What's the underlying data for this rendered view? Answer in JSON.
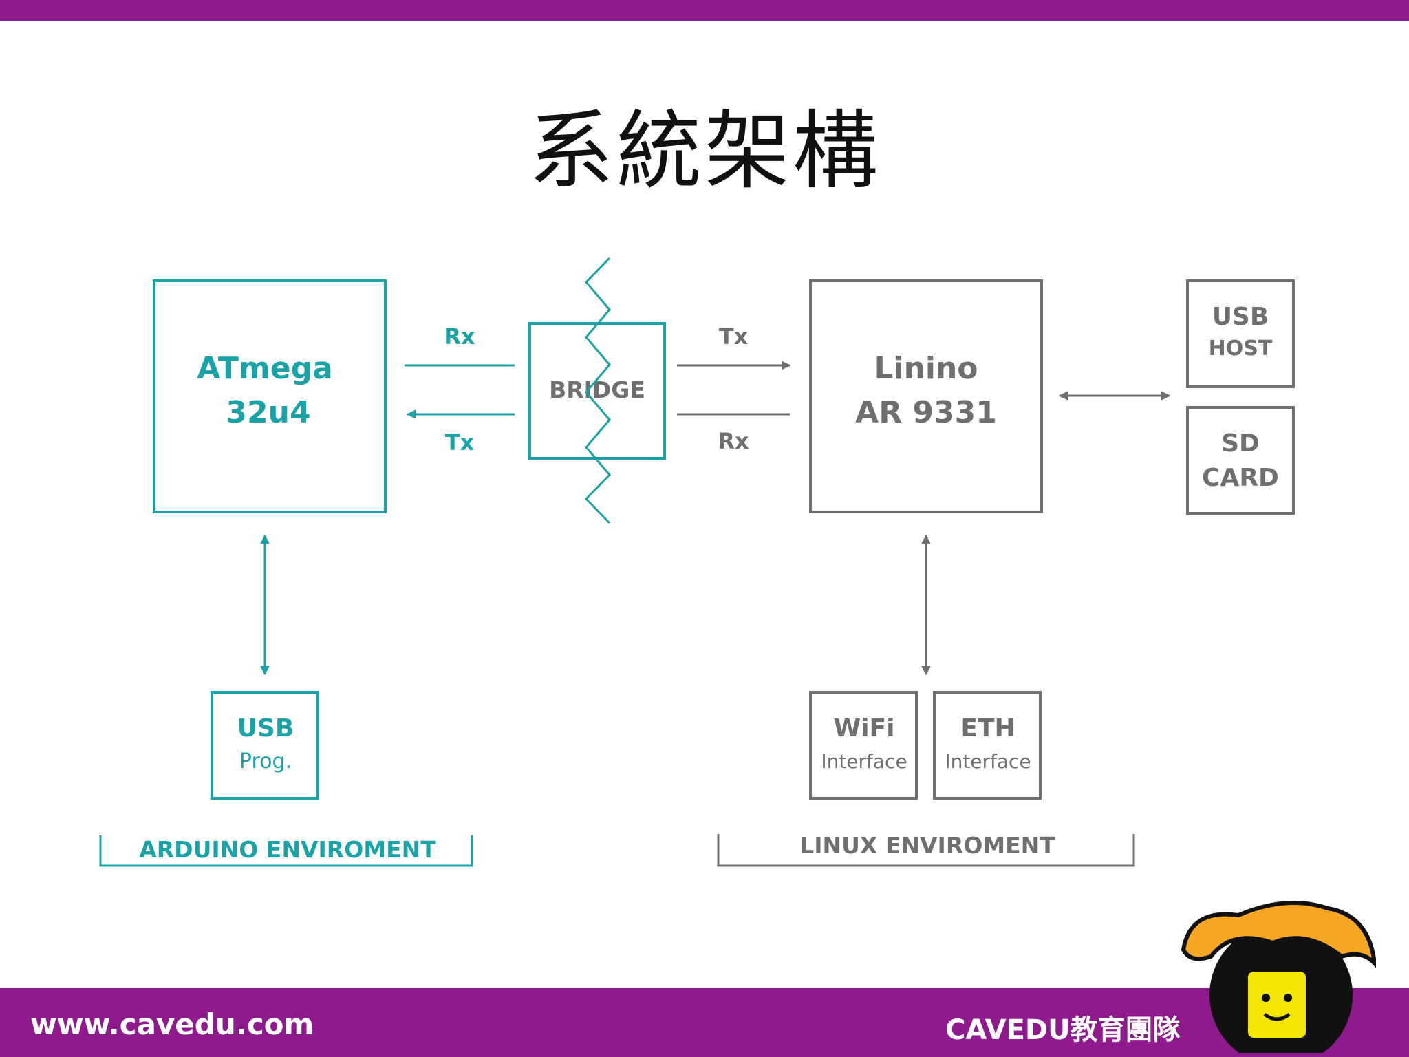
{
  "slide": {
    "title": "系統架構"
  },
  "diagram": {
    "atmega": {
      "line1": "ATmega",
      "line2": "32u4"
    },
    "bridge": {
      "label": "BRIDGE"
    },
    "linino": {
      "line1": "Linino",
      "line2": "AR 9331"
    },
    "usb_host": {
      "line1": "USB",
      "line2": "HOST"
    },
    "sd_card": {
      "line1": "SD",
      "line2": "CARD"
    },
    "usb_prog": {
      "line1": "USB",
      "line2": "Prog."
    },
    "wifi": {
      "line1": "WiFi",
      "line2": "Interface"
    },
    "eth": {
      "line1": "ETH",
      "line2": "Interface"
    },
    "signals": {
      "left_rx": "Rx",
      "left_tx": "Tx",
      "right_tx": "Tx",
      "right_rx": "Rx"
    },
    "arduino_env": "ARDUINO ENVIROMENT",
    "linux_env": "LINUX ENVIROMENT",
    "colors": {
      "teal": "#1aa3a6",
      "gray": "#6f6f6f",
      "brand_purple": "#8e1a8e"
    }
  },
  "footer": {
    "url": "www.cavedu.com",
    "team": "CAVEDU教育團隊"
  }
}
